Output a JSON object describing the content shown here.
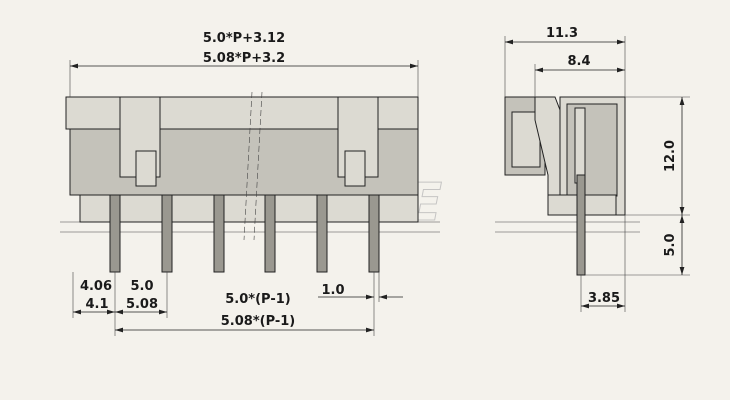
{
  "watermark": "YOHLE",
  "front_view": {
    "overall_width_a": "5.0*P+3.12",
    "overall_width_b": "5.08*P+3.2",
    "edge_to_pin_a": "4.06",
    "edge_to_pin_b": "4.1",
    "pitch_a": "5.0",
    "pitch_b": "5.08",
    "span_a": "5.0*(P-1)",
    "span_b": "5.08*(P-1)",
    "pin_width": "1.0"
  },
  "side_view": {
    "depth_overall": "11.3",
    "depth_inner": "8.4",
    "height": "12.0",
    "pin_length": "5.0",
    "pin_offset": "3.85"
  }
}
